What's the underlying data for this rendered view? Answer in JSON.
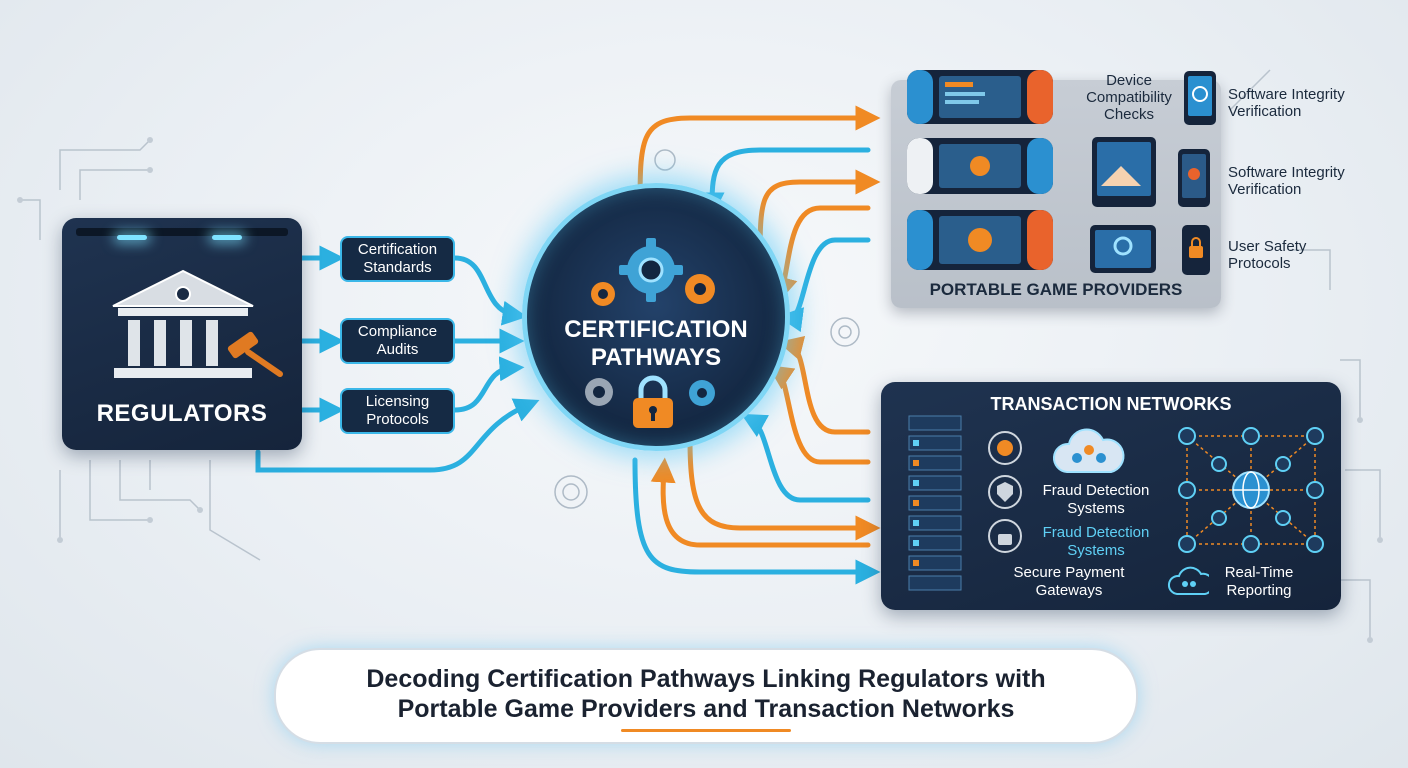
{
  "regulators": {
    "title": "REGULATORS"
  },
  "reg_outputs": [
    {
      "label": "Certification Standards"
    },
    {
      "label": "Compliance Audits"
    },
    {
      "label": "Licensing Protocols"
    }
  ],
  "hub": {
    "title_line1": "CERTIFICATION",
    "title_line2": "PATHWAYS"
  },
  "portable": {
    "title": "PORTABLE GAME PROVIDERS",
    "row1_mid": "Device Compatibility Checks",
    "row1_right": "Software Integrity Verification",
    "row2_right": "Software Integrity Verification",
    "row3_right": "User Safety Protocols"
  },
  "transaction": {
    "title": "TRANSACTION NETWORKS",
    "fraud_1": "Fraud Detection Systems",
    "fraud_2": "Fraud Detection Systems",
    "secure": "Secure Payment Gateways",
    "realtime": "Real-Time Reporting"
  },
  "caption": {
    "line1": "Decoding Certification Pathways Linking Regulators with",
    "line2": "Portable Game Providers and Transaction Networks"
  },
  "colors": {
    "cyan": "#2bb0e0",
    "orange": "#f08a24",
    "navy": "#15243b"
  },
  "icons": [
    "courthouse-icon",
    "gavel-icon",
    "gear-icon",
    "padlock-icon",
    "handheld-console-icon",
    "tablet-icon",
    "cloud-network-icon",
    "globe-icon",
    "server-rack-icon",
    "shield-icon",
    "user-icon"
  ]
}
